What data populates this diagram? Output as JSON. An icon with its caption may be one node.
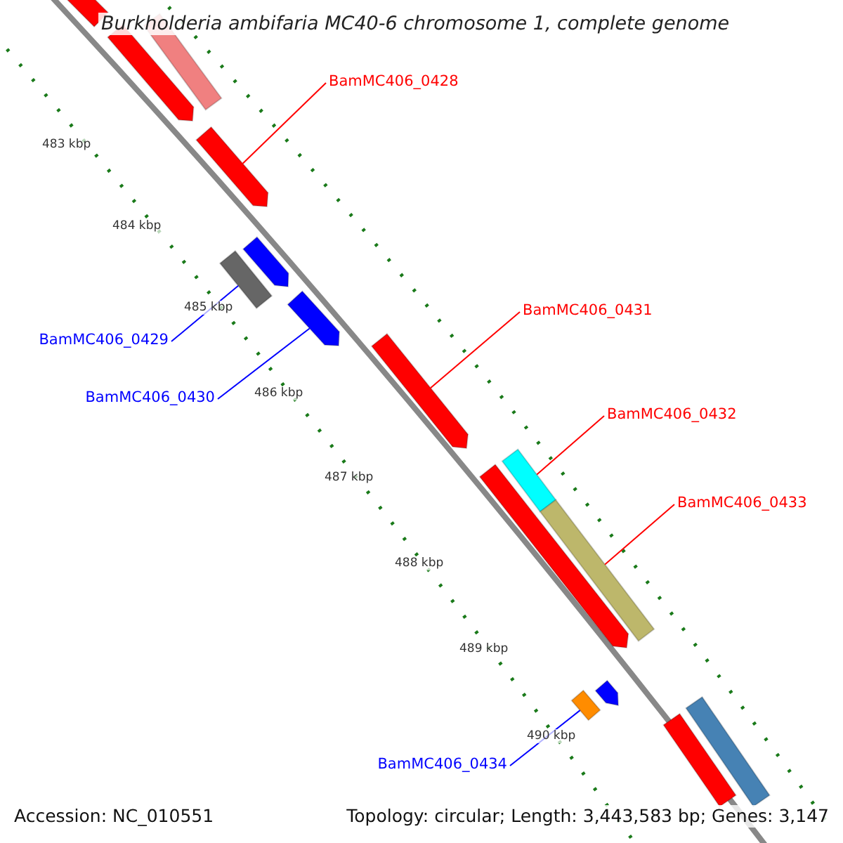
{
  "diagram": {
    "title": "Burkholderia ambifaria MC40-6 chromosome 1, complete genome",
    "nodes": [
      {
        "text": [
          "BamMC406_0428"
        ]
      },
      {
        "text": [
          "BamMC406_0429"
        ]
      },
      {
        "text": [
          "BamMC406_0430"
        ]
      },
      {
        "text": [
          "BamMC406_0431"
        ]
      },
      {
        "text": [
          "BamMC406_0432"
        ]
      },
      {
        "text": [
          "BamMC406_0433"
        ]
      },
      {
        "text": [
          "BamMC406_0434"
        ]
      },
      {
        "text": [],
        "shape": "bar"
      },
      {
        "text": [],
        "shape": "bar"
      },
      {
        "text": [],
        "shape": "bar"
      },
      {
        "text": [],
        "shape": "bar"
      },
      {
        "text": [],
        "shape": "bar"
      },
      {
        "text": [],
        "shape": "bar"
      },
      {
        "text": [],
        "shape": "bar"
      },
      {
        "text": [],
        "shape": "bar"
      },
      {
        "text": [],
        "shape": "bar"
      },
      {
        "text": [],
        "shape": "bar"
      },
      {
        "text": [],
        "shape": "bar"
      },
      {
        "text": [],
        "shape": "bar"
      },
      {
        "text": [],
        "shape": "bar"
      },
      {
        "text": [],
        "shape": "bar"
      },
      {
        "text": [],
        "shape": "bar"
      }
    ],
    "edges": [
      {
        "from": 0,
        "to": 10,
        "arrow": "none"
      },
      {
        "from": 1,
        "to": 12,
        "arrow": "none",
        "color": "#0000ff"
      },
      {
        "from": 2,
        "to": 13,
        "arrow": "none",
        "color": "#0000ff"
      },
      {
        "from": 3,
        "to": 14,
        "arrow": "none"
      },
      {
        "from": 4,
        "to": 15,
        "arrow": "none"
      },
      {
        "from": 5,
        "to": 17,
        "arrow": "none"
      },
      {
        "from": 6,
        "to": 19,
        "arrow": "none",
        "color": "#0000ff"
      }
    ],
    "labels": [
      "483 kbp",
      "484 kbp",
      "485 kbp",
      "486 kbp",
      "487 kbp",
      "488 kbp",
      "489 kbp",
      "490 kbp",
      "Accession: NC_010551",
      "Topology: circular; Length: 3,443,583 bp; Genes: 3,147"
    ]
  }
}
